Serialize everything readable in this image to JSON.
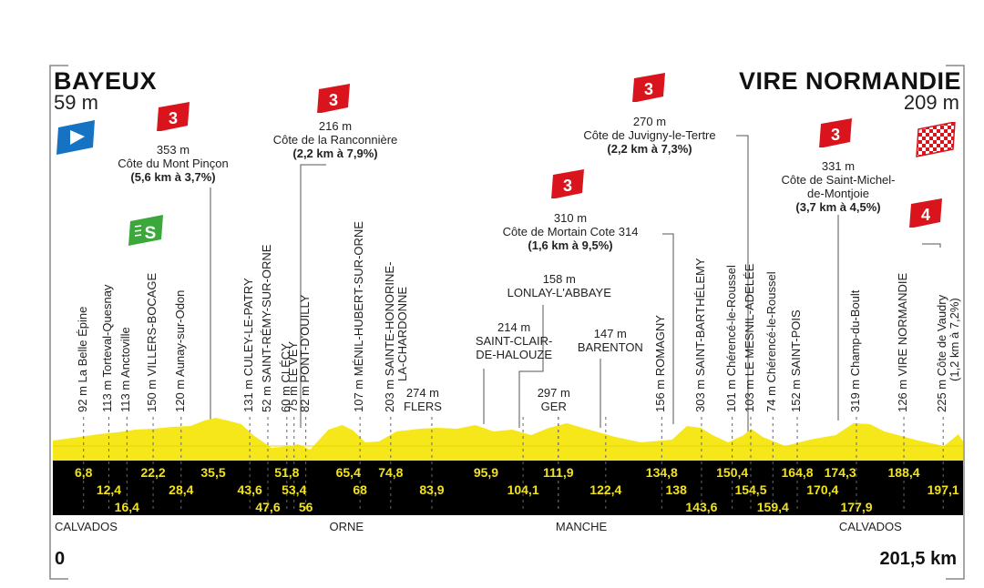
{
  "start": {
    "name": "BAYEUX",
    "altitude": "59 m",
    "icon": "start-flag-icon"
  },
  "finish": {
    "name": "VIRE NORMANDIE",
    "altitude": "209 m",
    "icon": "finish-checkered-flag-icon"
  },
  "distance": {
    "start_label": "0",
    "end_label": "201,5 km",
    "total_km": 201.5
  },
  "colors": {
    "profile": "#f5e71a",
    "band": "#000000",
    "km_text": "#f1e21a",
    "climb_badge": "#d9141c",
    "sprint_badge": "#3aa83a",
    "start_badge": "#1673c4"
  },
  "climbs": [
    {
      "category": "3",
      "altitude": "353 m",
      "name": "Côte du Mont Pinçon",
      "detail": "(5,6 km à 3,7%)",
      "km": 35.5
    },
    {
      "category": "3",
      "altitude": "216 m",
      "name": "Côte de la Ranconnière",
      "detail": "(2,2 km à 7,9%)",
      "km": 65.4
    },
    {
      "category": "3",
      "altitude": "310 m",
      "name": "Côte de Mortain Cote 314",
      "detail": "(1,6 km à 9,5%)",
      "km": 138
    },
    {
      "category": "3",
      "altitude": "270 m",
      "name": "Côte de Juvigny-le-Tertre",
      "detail": "(2,2 km à 7,3%)",
      "km": 150.4
    },
    {
      "category": "3",
      "altitude": "331 m",
      "name_line1": "Côte de Saint-Michel-",
      "name_line2": "de-Montjoie",
      "detail": "(3,7 km à 4,5%)",
      "km": 174.3
    },
    {
      "category": "4",
      "altitude": "225 m",
      "name": "Côte de Vaudry",
      "detail": "(1,2 km à 7,2%)",
      "km": 197.1
    }
  ],
  "sprint": {
    "label": "S",
    "km": 22.2
  },
  "vertical_places": [
    {
      "text": "92 m La Belle Épine",
      "km": 6.8
    },
    {
      "text": "113 m Torteval-Quesnay",
      "km": 12.4
    },
    {
      "text": "113 m Anctoville",
      "km": 16.4
    },
    {
      "text": "150 m VILLERS-BOCAGE",
      "km": 22.2
    },
    {
      "text": "120 m Aunay-sur-Odon",
      "km": 28.4
    },
    {
      "text": "131 m CULEY-LE-PATRY",
      "km": 43.6
    },
    {
      "text": "52 m SAINT-RÉMY-SUR-ORNE",
      "km": 47.6
    },
    {
      "text": "60 m CLÉCY",
      "km": 51.8
    },
    {
      "text": "75 m LE VEY",
      "km": 53.4
    },
    {
      "text": "82 m PONT-D'OUILLY",
      "km": 56
    },
    {
      "text": "107 m MÉNIL-HUBERT-SUR-ORNE",
      "km": 68
    },
    {
      "text": "203 m SAINTE-HONORINE-",
      "text2": "LA-CHARDONNE",
      "km": 74.8
    },
    {
      "text": "156 m ROMAGNY",
      "km": 134.8
    },
    {
      "text": "303 m SAINT-BARTHÉLEMY",
      "km": 143.6
    },
    {
      "text": "101 m Chérencé-le-Roussel",
      "km": 150.4
    },
    {
      "text": "103 m LE MESNIL-ADELÉE",
      "km": 154.5
    },
    {
      "text": "74 m Chérencé-le-Roussel",
      "km": 159.4
    },
    {
      "text": "152 m SAINT-POIS",
      "km": 164.8
    },
    {
      "text": "319 m Champ-du-Boult",
      "km": 177.9
    },
    {
      "text": "126 m VIRE NORMANDIE",
      "km": 188.4
    },
    {
      "text": "225 m Côte de Vaudry",
      "text2": "(1,2 km à 7,2%)",
      "km": 197.1
    }
  ],
  "horizontal_places": [
    {
      "alt": "274 m",
      "name": "FLERS",
      "km": 83.9
    },
    {
      "alt": "214 m",
      "name": "SAINT-CLAIR-",
      "name2": "DE-HALOUZE",
      "km": 104.1
    },
    {
      "alt": "158 m",
      "name": "LONLAY-L'ABBAYE",
      "km": 111.9
    },
    {
      "alt": "297 m",
      "name": "GER",
      "km": 111.9
    },
    {
      "alt": "147 m",
      "name": "BARENTON",
      "km": 122.4
    }
  ],
  "km_markers": {
    "row1": [
      "6,8",
      "22,2",
      "35,5",
      "51,8",
      "65,4",
      "74,8",
      "95,9",
      "111,9",
      "134,8",
      "150,4",
      "164,8",
      "174,3",
      "188,4"
    ],
    "row2": [
      "12,4",
      "28,4",
      "43,6",
      "53,4",
      "68",
      "83,9",
      "104,1",
      "122,4",
      "138",
      "154,5",
      "170,4",
      "197,1"
    ],
    "row3": [
      "16,4",
      "47,6",
      "56",
      "143,6",
      "159,4",
      "177,9"
    ]
  },
  "regions": [
    {
      "name": "CALVADOS",
      "pos": "start"
    },
    {
      "name": "ORNE",
      "km": 65
    },
    {
      "name": "MANCHE",
      "km": 117
    },
    {
      "name": "CALVADOS",
      "km": 181
    }
  ]
}
